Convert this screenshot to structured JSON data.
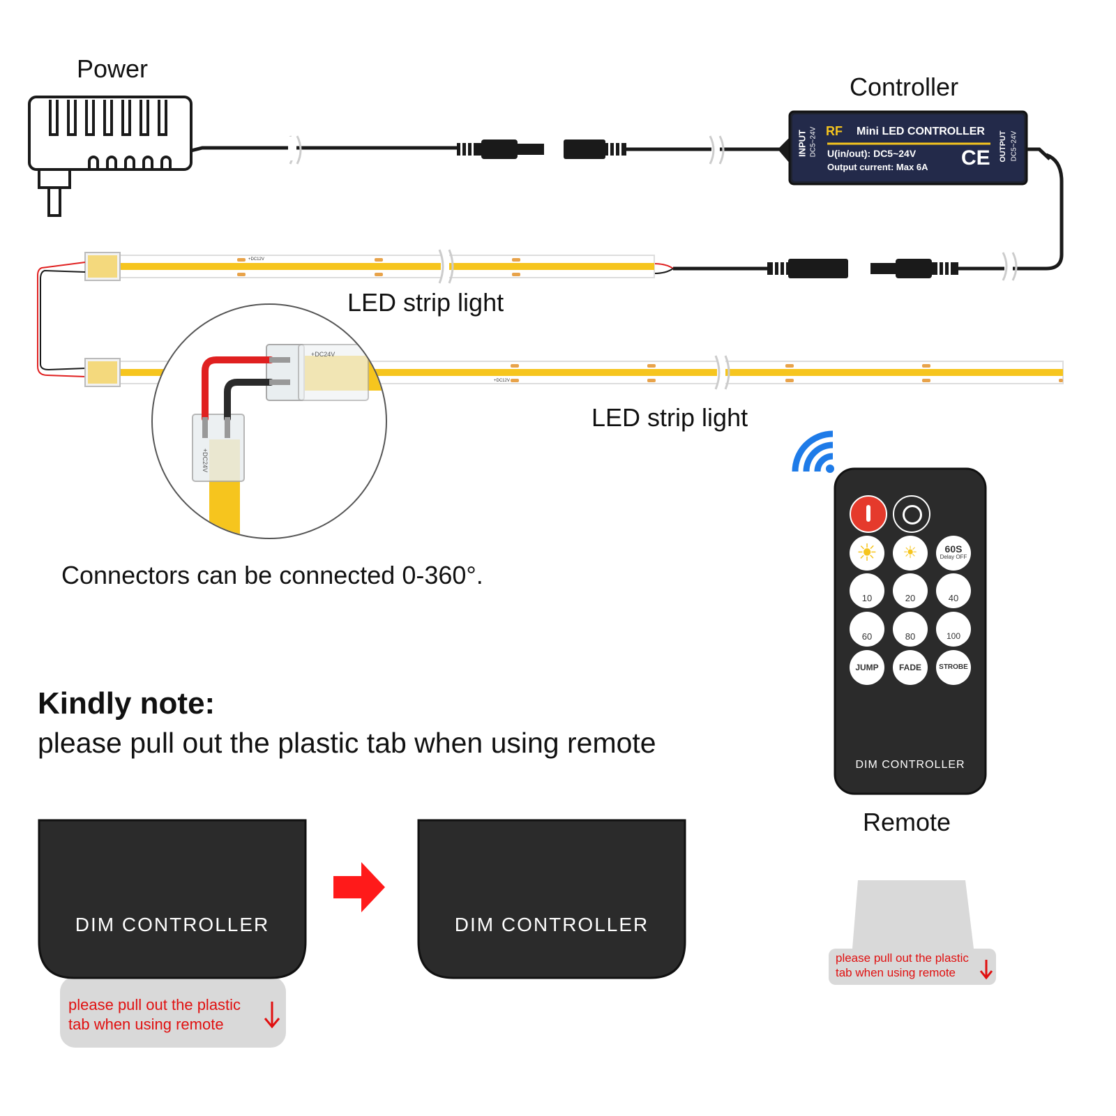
{
  "labels": {
    "power": "Power",
    "controller": "Controller",
    "led_strip_1": "LED strip light",
    "led_strip_2": "LED strip light",
    "connectors": "Connectors can be connected 0-360°.",
    "remote": "Remote"
  },
  "controller_box": {
    "brand": "RF",
    "title": "Mini LED CONTROLLER",
    "voltage": "U(in/out): DC5~24V",
    "current": "Output current: Max 6A",
    "input_label": "INPUT",
    "input_range": "DC5~24V",
    "output_label": "OUTPUT",
    "output_range": "DC5~24V",
    "ce_mark": "CE"
  },
  "strip_markings": {
    "top": "+DC12V",
    "bottom": "+DC12V",
    "zoom": "+DC24V",
    "zoom_vertical": "+DC24V"
  },
  "remote": {
    "brand": "DIM CONTROLLER",
    "buttons": [
      {
        "id": "power",
        "label": "",
        "icon": "power-icon"
      },
      {
        "id": "off",
        "label": "",
        "icon": "off-ring-icon"
      },
      {
        "id": "bright",
        "label": "",
        "icon": "sun-large-icon"
      },
      {
        "id": "dim",
        "label": "",
        "icon": "sun-small-icon"
      },
      {
        "id": "delay",
        "label": "60S",
        "sub": "Delay OFF"
      },
      {
        "id": "b10",
        "label": "10"
      },
      {
        "id": "b20",
        "label": "20"
      },
      {
        "id": "b40",
        "label": "40"
      },
      {
        "id": "b60",
        "label": "60"
      },
      {
        "id": "b80",
        "label": "80"
      },
      {
        "id": "b100",
        "label": "100"
      },
      {
        "id": "jump",
        "label": "JUMP"
      },
      {
        "id": "fade",
        "label": "FADE"
      },
      {
        "id": "strobe",
        "label": "STROBE"
      }
    ]
  },
  "note": {
    "title": "Kindly note:",
    "body": "please pull out the plastic tab when using remote"
  },
  "remote_bottoms": {
    "before_label": "DIM CONTROLLER",
    "after_label": "DIM CONTROLLER",
    "tab_text_line1": "please pull out the plastic",
    "tab_text_line2": "tab when using remote"
  },
  "tab_piece": {
    "line1": "please pull out the plastic",
    "line2": "tab when using remote"
  },
  "colors": {
    "strip_yellow": "#f6c51e",
    "cable": "#1b1b1b",
    "red_wire": "#e02020",
    "arrow_red": "#ff1a1a",
    "wireless_blue": "#1e7be8",
    "remote_body": "#2b2b2b",
    "power_button": "#e53a2c",
    "tab_gray": "#d9d9d9",
    "note_red": "#e01010"
  }
}
